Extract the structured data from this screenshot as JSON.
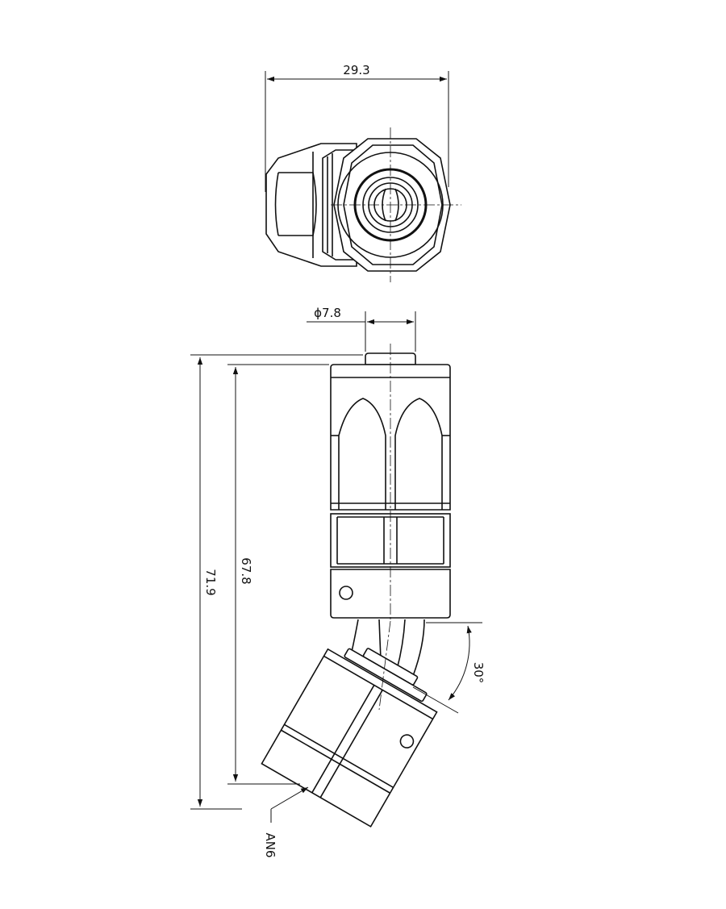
{
  "drawing": {
    "dimensions": {
      "top_width": "29.3",
      "tube_diameter": "ϕ7.8",
      "length_outer": "71.9",
      "length_inner": "67.8",
      "angle": "30°",
      "size_callout": "AN6"
    },
    "views": [
      "end-view",
      "side-view"
    ],
    "color_line": "#111111",
    "color_background": "#ffffff"
  }
}
